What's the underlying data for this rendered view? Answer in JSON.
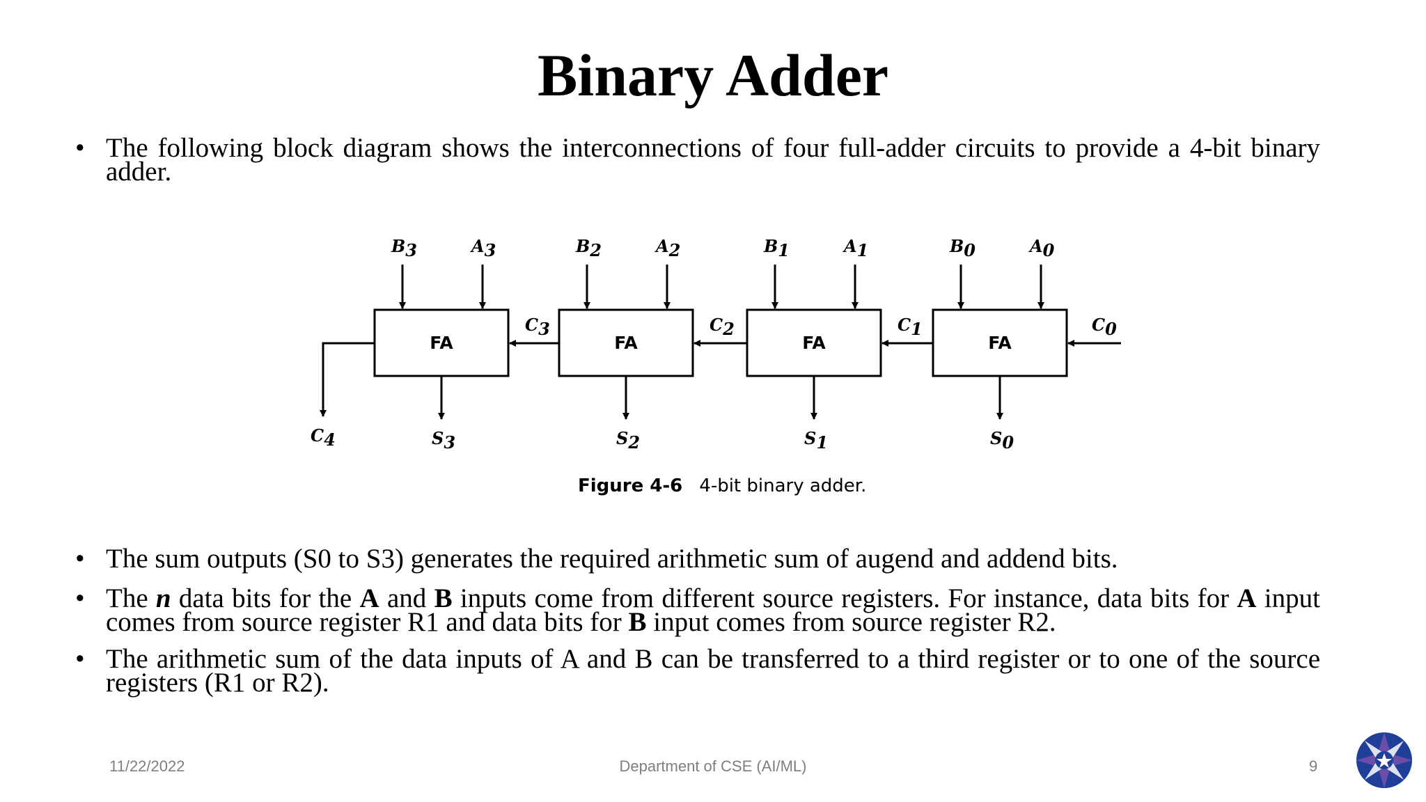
{
  "slide": {
    "title": "Binary Adder",
    "bullet_symbol": "•",
    "bullets": [
      {
        "text": "The following block diagram shows the interconnections of four full-adder circuits to provide a 4-bit binary adder."
      },
      {
        "text": "The sum outputs (S0 to S3) generates the required arithmetic sum of augend and addend bits."
      },
      {
        "parts": [
          "The ",
          "n",
          " data bits for the ",
          "A",
          " and ",
          "B",
          " inputs come from different source registers. For instance, data bits for ",
          "A",
          " input comes from source register R1 and data bits for ",
          "B",
          " input comes from source register R2."
        ]
      },
      {
        "text": "The arithmetic sum of the data inputs of A and B can be transferred to a third register or to one of the source registers (R1 or R2)."
      }
    ]
  },
  "diagram": {
    "block_label": "FA",
    "stages": [
      {
        "b": "B",
        "b_sub": "3",
        "a": "A",
        "a_sub": "3",
        "s": "S",
        "s_sub": "3",
        "carry_in": "C",
        "carry_in_sub": "3"
      },
      {
        "b": "B",
        "b_sub": "2",
        "a": "A",
        "a_sub": "2",
        "s": "S",
        "s_sub": "2",
        "carry_in": "C",
        "carry_in_sub": "2"
      },
      {
        "b": "B",
        "b_sub": "1",
        "a": "A",
        "a_sub": "1",
        "s": "S",
        "s_sub": "1",
        "carry_in": "C",
        "carry_in_sub": "1"
      },
      {
        "b": "B",
        "b_sub": "0",
        "a": "A",
        "a_sub": "0",
        "s": "S",
        "s_sub": "0",
        "carry_in": "C",
        "carry_in_sub": "0"
      }
    ],
    "carry_out": "C",
    "carry_out_sub": "4",
    "caption_label": "Figure 4-6",
    "caption_text": "4-bit binary adder."
  },
  "footer": {
    "date": "11/22/2022",
    "department": "Department of CSE (AI/ML)",
    "page": "9"
  },
  "logo": {
    "icon": "college-emblem-icon",
    "colors": [
      "#1f3f99",
      "#6b4ea8",
      "#ffffff"
    ]
  }
}
